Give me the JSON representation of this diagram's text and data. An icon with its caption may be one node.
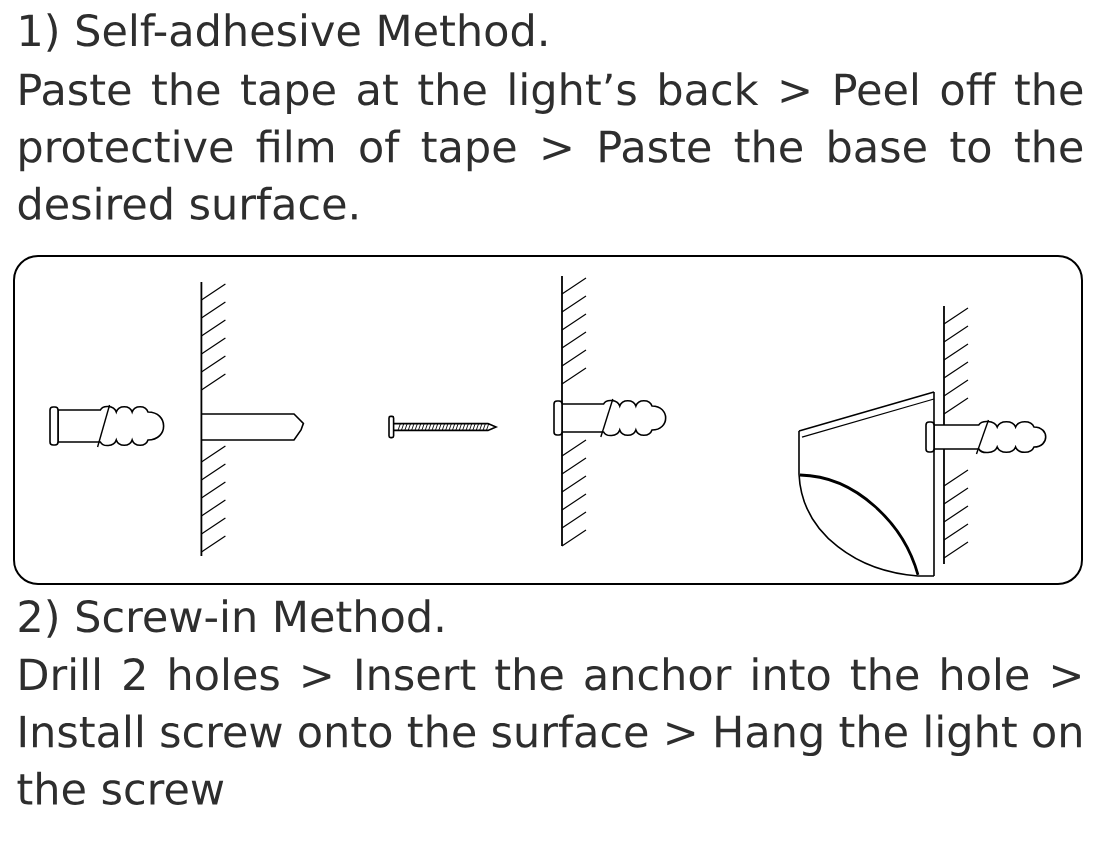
{
  "diagram": {
    "labels": [
      "1) Self-adhesive Method.",
      "Paste the tape at the light’s back > Peel off the protective film of tape > Paste the base to the desired surface.",
      "2) Screw-in Method.",
      "Drill 2 holes > Insert the anchor into the hole > Install screw onto the surface > Hang the light on the screw"
    ]
  }
}
